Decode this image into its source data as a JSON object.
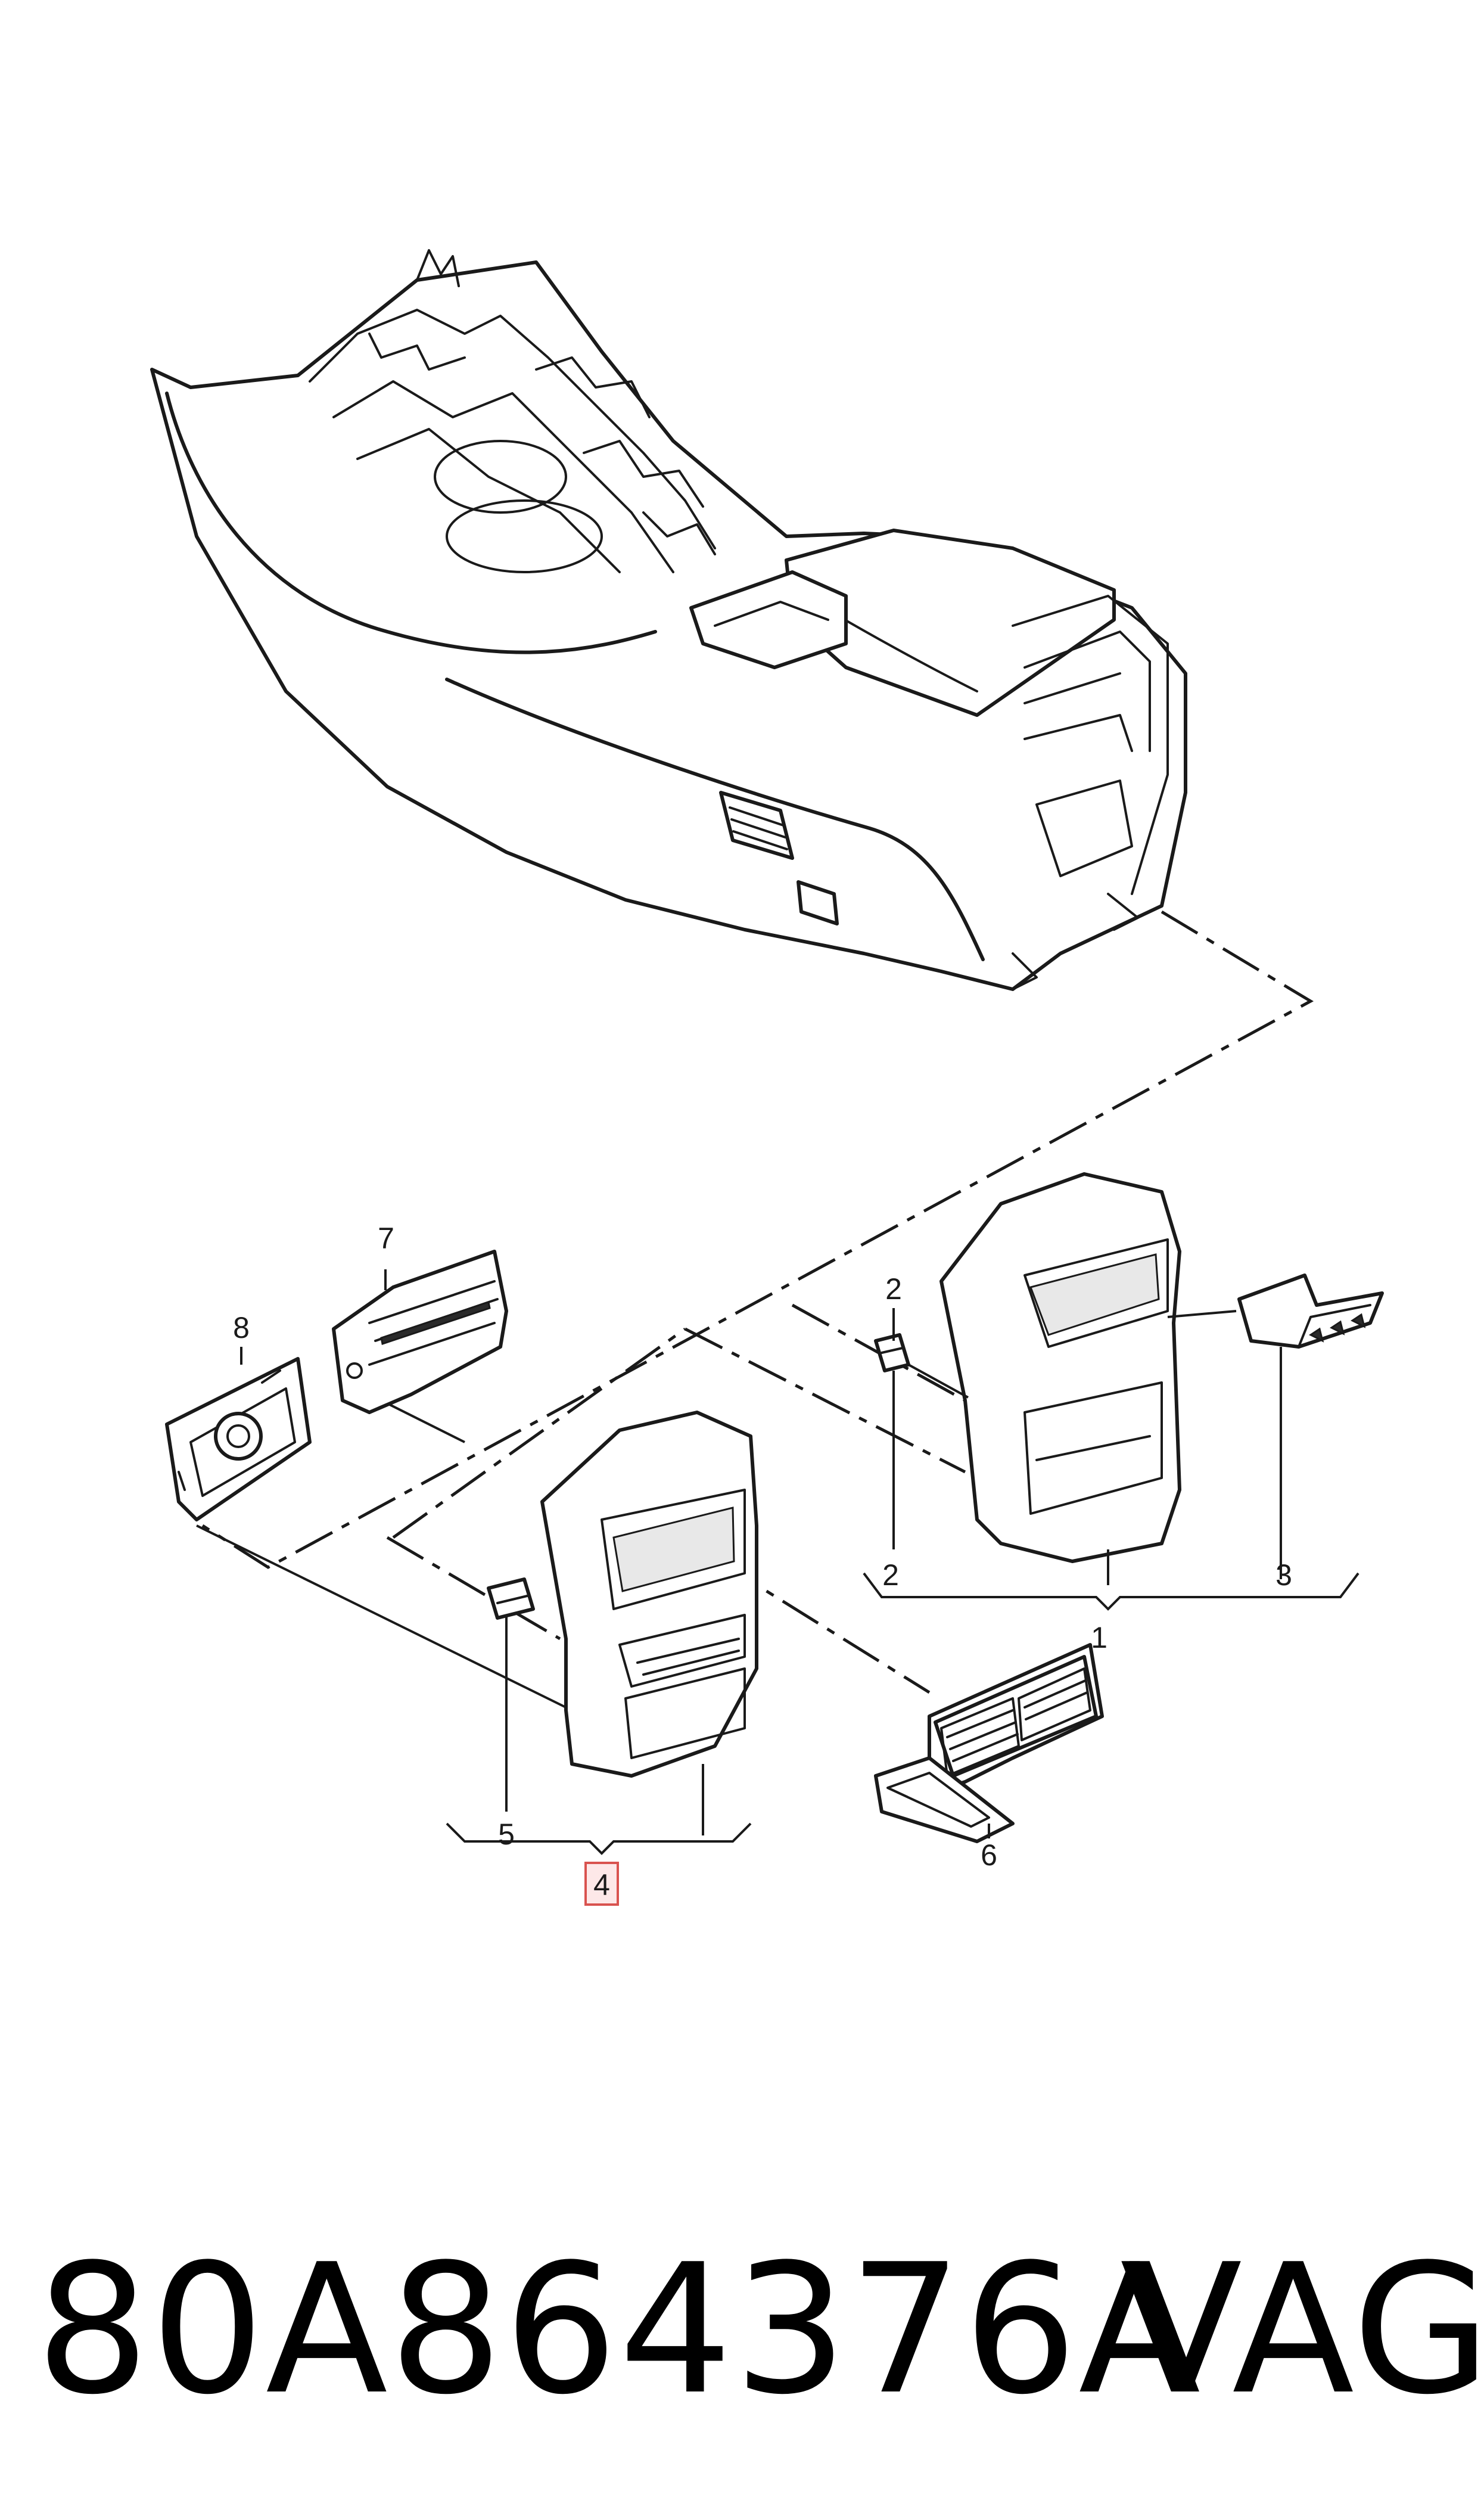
{
  "callouts": {
    "c1": "1",
    "c2a": "2",
    "c2b": "2",
    "c3": "3",
    "c4": "4",
    "c5": "5",
    "c6": "6",
    "c7": "7",
    "c8": "8"
  },
  "highlight_color": "#d9534f",
  "footer": {
    "part_number": "80A864376A",
    "brand": "VAG"
  }
}
